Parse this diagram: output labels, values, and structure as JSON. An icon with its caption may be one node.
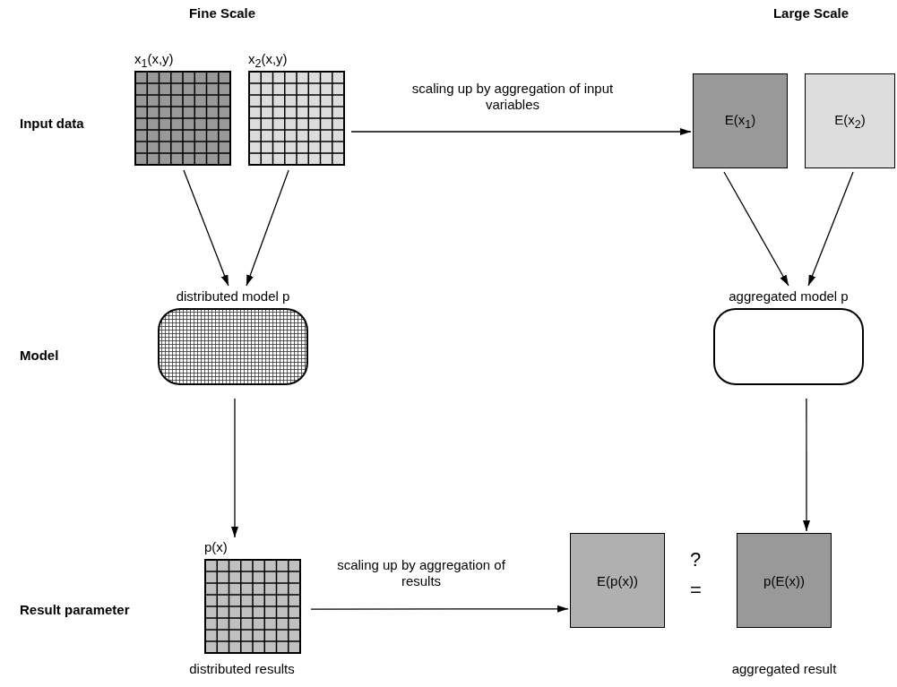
{
  "diagram": {
    "nodes": [
      {
        "text": [
          "x$_{1}$(x,y)"
        ]
      },
      {
        "text": [
          "x$_{2}$(x,y)"
        ]
      },
      {
        "text": [
          "E(x$_{1}$)"
        ]
      },
      {
        "text": [
          "E(x$_{2}$)"
        ]
      },
      {
        "text": [
          "distributed model p"
        ]
      },
      {
        "text": [
          "aggregated model p"
        ]
      },
      {
        "text": [
          "p(x)"
        ],
        "beside": [
          "distributed results"
        ]
      },
      {
        "text": [
          "E(p(x))"
        ]
      },
      {
        "text": [
          "p(E(x))"
        ],
        "beside": [
          "aggregated result"
        ]
      }
    ],
    "edges": [
      {
        "from": 0,
        "to": 4,
        "arrow": "to"
      },
      {
        "from": 1,
        "to": 4,
        "arrow": "to"
      },
      {
        "from": 1,
        "to": 2,
        "arrow": "to",
        "label": "scaling up by aggregation of input variables"
      },
      {
        "from": 2,
        "to": 5,
        "arrow": "to"
      },
      {
        "from": 3,
        "to": 5,
        "arrow": "to"
      },
      {
        "from": 4,
        "to": 6,
        "arrow": "to"
      },
      {
        "from": 5,
        "to": 8,
        "arrow": "to"
      },
      {
        "from": 6,
        "to": 7,
        "arrow": "to",
        "label": "scaling up by aggregation of results"
      }
    ],
    "labels": [
      "Fine Scale",
      "Large Scale",
      "Input data",
      "Model",
      "Result parameter",
      "?",
      "="
    ]
  }
}
